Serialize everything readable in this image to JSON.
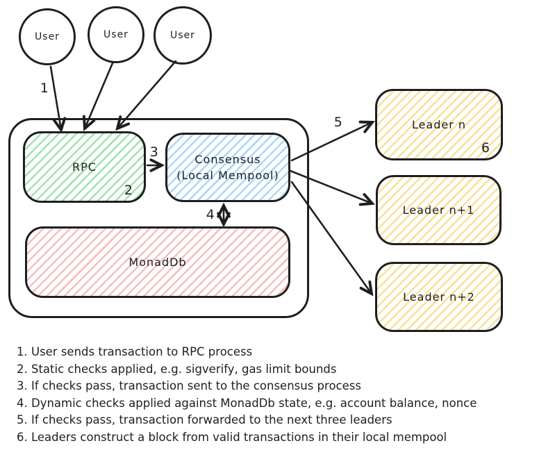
{
  "diagram": {
    "users": [
      {
        "label": "User"
      },
      {
        "label": "User"
      },
      {
        "label": "User"
      }
    ],
    "nodes": {
      "rpc": {
        "label": "RPC",
        "badge": "2"
      },
      "consensus": {
        "label_line1": "Consensus",
        "label_line2": "(Local Mempool)"
      },
      "monaddb": {
        "label": "MonadDb"
      },
      "leader_n": {
        "label": "Leader n",
        "badge": "6"
      },
      "leader_n1": {
        "label": "Leader n+1"
      },
      "leader_n2": {
        "label": "Leader n+2"
      }
    },
    "step_labels": {
      "s1": "1",
      "s3": "3",
      "s4": "4",
      "s5": "5"
    },
    "colors": {
      "stroke": "#1e1e1e",
      "rpc_hatch": "#9fe3ae",
      "consensus_hatch": "#a8d8f8",
      "monaddb_hatch": "#f6bebd",
      "leader_hatch": "#f7e098"
    }
  },
  "notes": {
    "items": [
      "1. User sends transaction to RPC process",
      "2. Static checks applied, e.g. sigverify, gas limit bounds",
      "3. If checks pass, transaction sent to the consensus process",
      "4. Dynamic checks applied against MonadDb state, e.g. account balance, nonce",
      "5. If checks pass, transaction forwarded to the next three leaders",
      "6. Leaders construct a block from valid transactions in their local mempool"
    ]
  }
}
